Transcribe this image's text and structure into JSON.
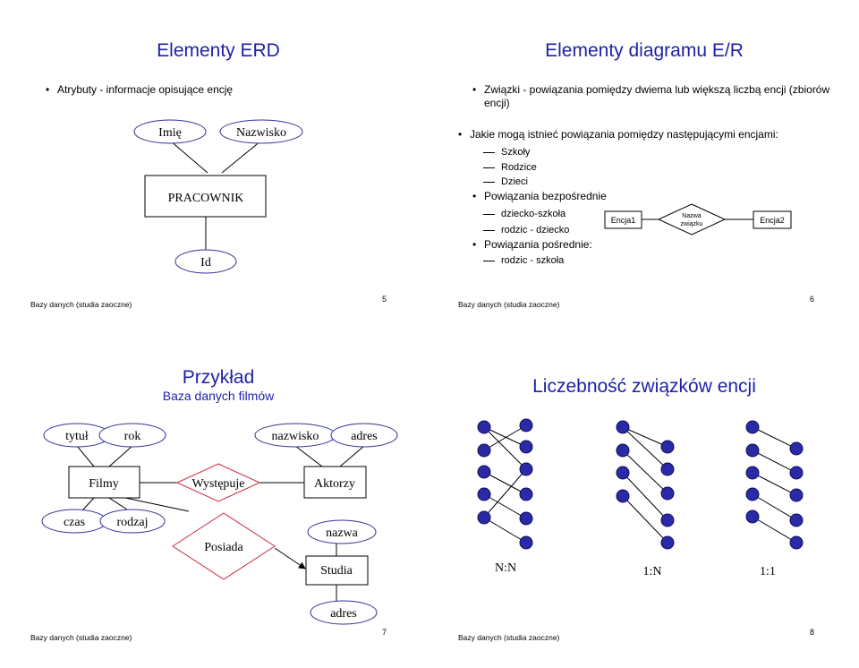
{
  "slide5": {
    "title": "Elementy ERD",
    "bullet": "Atrybuty - informacje opisujące encję",
    "attr_imie": "Imię",
    "attr_nazwisko": "Nazwisko",
    "entity": "PRACOWNIK",
    "attr_id": "Id",
    "footer": "Bazy danych (studia zaoczne)",
    "page": "5"
  },
  "slide6": {
    "title": "Elementy diagramu E/R",
    "bullet1": "Związki - powiązania pomiędzy dwiema lub większą liczbą encji (zbiorów encji)",
    "question": "Jakie mogą istnieć powiązania pomiędzy następującymi encjami:",
    "items": [
      "Szkoły",
      "Rodzice",
      "Dzieci"
    ],
    "bullet2": "Powiązania bezpośrednie",
    "direct": [
      "dziecko-szkoła",
      "rodzic - dziecko"
    ],
    "bullet3": "Powiązania pośrednie:",
    "indirect": [
      "rodzic - szkoła"
    ],
    "entity1": "Encja1",
    "relation_l1": "Nazwa",
    "relation_l2": "związku",
    "entity2": "Encja2",
    "footer": "Bazy danych (studia zaoczne)",
    "page": "6"
  },
  "slide7": {
    "title": "Przykład",
    "subtitle": "Baza danych filmów",
    "attr_tytul": "tytuł",
    "attr_rok": "rok",
    "attr_nazwisko": "nazwisko",
    "attr_adres": "adres",
    "entity_filmy": "Filmy",
    "rel_wystepuje": "Występuje",
    "entity_aktorzy": "Aktorzy",
    "attr_czas": "czas",
    "attr_rodzaj": "rodzaj",
    "rel_posiada": "Posiada",
    "attr_nazwa": "nazwa",
    "entity_studia": "Studia",
    "attr_adres2": "adres",
    "footer": "Bazy danych (studia zaoczne)",
    "page": "7"
  },
  "slide8": {
    "title": "Liczebność związków encji",
    "label_nn": "N:N",
    "label_1n": "1:N",
    "label_11": "1:1",
    "footer": "Bazy danych (studia zaoczne)",
    "page": "8"
  },
  "colors": {
    "title": "#1f1fa8",
    "relation_border": "#cc2b3f",
    "node_fill": "#2a2aa6",
    "attr_border": "#333399"
  }
}
